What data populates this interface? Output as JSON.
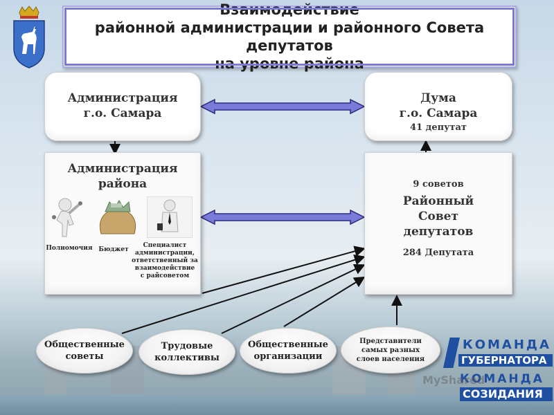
{
  "title": {
    "line1": "Взаимодействие",
    "line2": "районной администрации и районного Совета депутатов",
    "line3": "на уровне района"
  },
  "admin_city": {
    "line1": "Администрация",
    "line2": "г.о. Самара"
  },
  "duma": {
    "line1": "Дума",
    "line2": "г.о. Самара",
    "line3": "41 депутат"
  },
  "admin_district": {
    "line1": "Администрация",
    "line2": "района",
    "items": [
      {
        "label": "Полномочия",
        "icon": "figure-icon"
      },
      {
        "label": "Бюджет",
        "icon": "money-bag-icon"
      },
      {
        "label": "Специалист администрации, ответственный за взаимодействие с райсоветом",
        "icon": "specialist-icon"
      }
    ],
    "specialist_lines": [
      "Специалист",
      "администрации,",
      "ответственный за",
      "взаимодействие",
      "с райсоветом"
    ]
  },
  "district_council": {
    "count": "9 советов",
    "line1": "Районный",
    "line2": "Совет",
    "line3": "депутатов",
    "deputies": "284 Депутата"
  },
  "ovals": [
    {
      "lines": [
        "Общественные",
        "советы"
      ]
    },
    {
      "lines": [
        "Трудовые",
        "коллективы"
      ]
    },
    {
      "lines": [
        "Общественные",
        "организации"
      ]
    },
    {
      "lines": [
        "Представители",
        "самых разных",
        "слоев населения"
      ]
    }
  ],
  "logos": {
    "team_governor": {
      "line1": "КОМАНДА",
      "line2": "ГУБЕРНАТОРА"
    },
    "team_creation": {
      "line1": "КОМАНДА",
      "line2": "СОЗИДАНИЯ"
    },
    "watermark": "MyShared"
  },
  "colors": {
    "arrow_fill": "#7a7ad8",
    "arrow_stroke": "#2a2a80",
    "title_border": "#7b7bd6",
    "logo_blue": "#1f4fa0"
  }
}
